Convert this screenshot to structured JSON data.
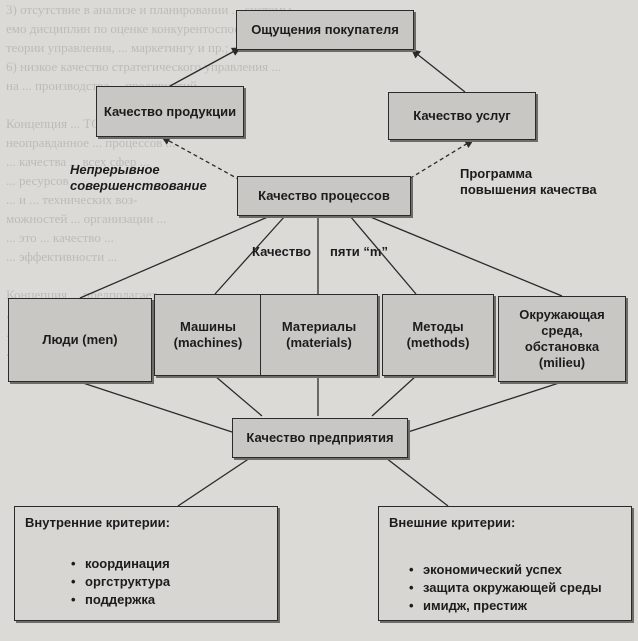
{
  "background_text": "3) отсутствие в анализе и планировании ... системы ...\nемо дисциплин по оценке конкурентоспособности ...\nтеории управления, ... маркетингу и пр.;\n6) низкое качество стратегического управления ...\nна ... производства ... предприятий ...\n\nКонцепция ... TQM ... качества ...\nнеоправданное ... процессов ...\n... качества ... всех сфер ...\n... ресурсов ...\n... и ... технических воз-\nможностей ... организации ...\n... это ... качество ...\n... эффективности ...\n\nКонцепция ... предполагает ...\n... на рис. ... приведена ...\n... включает основные ...\n... показатели, связанные с характеристиками ...",
  "nodes": {
    "top": "Ощущения покупателя",
    "product_quality": "Качество продукции",
    "service_quality": "Качество услуг",
    "process_quality": "Качество процессов",
    "enterprise_quality": "Качество предприятия"
  },
  "labels": {
    "left_middle": [
      "Непрерывное",
      "совершенствование"
    ],
    "right_middle": [
      "Программа",
      "повышения качества"
    ],
    "five_m_left": "Качество",
    "five_m_right": "пяти “m”"
  },
  "five_m": [
    {
      "key": "people",
      "lines": [
        "Люди (men)"
      ]
    },
    {
      "key": "machines",
      "lines": [
        "Машины",
        "(machines)"
      ]
    },
    {
      "key": "materials",
      "lines": [
        "Материалы",
        "(materials)"
      ]
    },
    {
      "key": "methods",
      "lines": [
        "Методы",
        "(methods)"
      ]
    },
    {
      "key": "milieu",
      "lines": [
        "Окружающая",
        "среда,",
        "обстановка",
        "(milieu)"
      ]
    }
  ],
  "internal_criteria": {
    "title": "Внутренние критерии:",
    "items": [
      "координация",
      "оргструктура",
      "поддержка"
    ]
  },
  "external_criteria": {
    "title": "Внешние критерии:",
    "items": [
      "экономический успех",
      "защита окружающей среды",
      "имидж, престиж"
    ]
  }
}
